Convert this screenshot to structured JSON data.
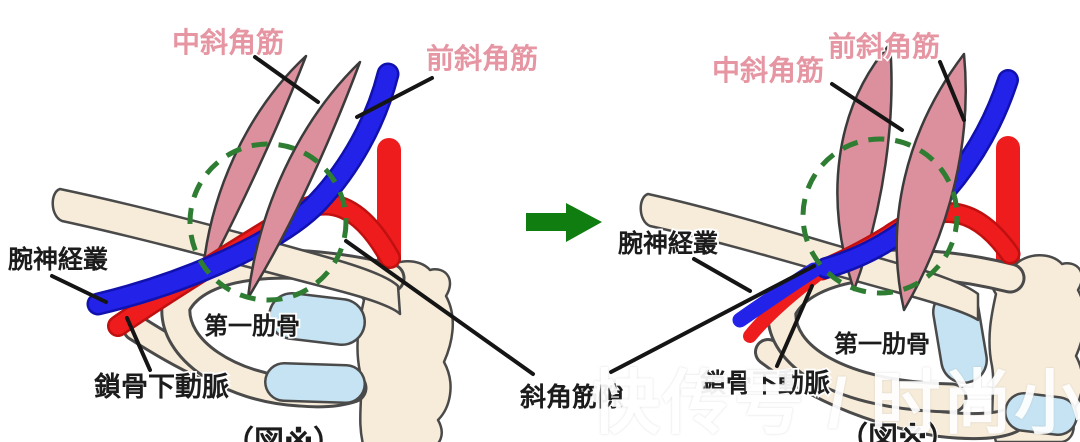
{
  "left": {
    "middle_scalene_label": "中斜角筋",
    "anterior_scalene_label": "前斜角筋",
    "brachial_plexus_label": "腕神経叢",
    "first_rib_label": "第一肋骨",
    "subclavian_artery_label": "鎖骨下動脈",
    "partial_caption": "（図※）"
  },
  "right": {
    "middle_scalene_label": "中斜角筋",
    "anterior_scalene_label": "前斜角筋",
    "brachial_plexus_label": "腕神経叢",
    "first_rib_label": "第一肋骨",
    "subclavian_artery_label": "鎖骨下動脈",
    "partial_caption": "（図※）"
  },
  "center": {
    "scalene_gap_label": "斜角筋隙"
  },
  "watermark": {
    "text": "快传号 / 时尚小代珊"
  },
  "colors": {
    "muscle_pink": "#dc8f9c",
    "nerve_blue": "#2222e8",
    "nerve_blue_edge": "#1111ae",
    "artery_red": "#ee1c1c",
    "artery_red_edge": "#c01010",
    "bone_cream": "#f7ecd9",
    "bone_edge": "#4a4a4a",
    "cartilage_blue": "#c5e3f2",
    "circle_green": "#2e7d32",
    "arrow_green": "#0f7d0f",
    "label_pink": "#e695a2",
    "label_black": "#1c1c1c",
    "background": "#ffffff"
  }
}
